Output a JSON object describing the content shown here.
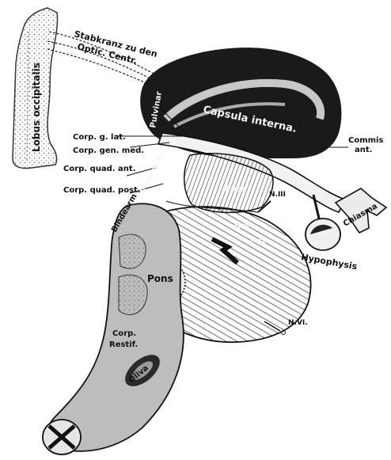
{
  "labels": {
    "stabkranz_1": "Stabkranz zu den",
    "stabkranz_2": "Optic. Centr.",
    "lobus": "Lobus occipitalis",
    "pulvinar": "Pulvinar",
    "capsula": "Capsula interna.",
    "commiss_1": "Commis",
    "commiss_2": "ant.",
    "corp_g_lat": "Corp. g. lat.",
    "corp_gen_med": "Corp. gen. med.",
    "corp_quad_ant": "Corp. quad. ant.",
    "corp_quad_post": "Corp. quad. post.",
    "vord_arm": "Vord. Arm.",
    "fuss": "Fuss",
    "n_iii": "N.III",
    "n_v": "N.V",
    "n_iv": "N.IV",
    "chiasma": "Chiasma",
    "hypophysis": "Hypophysis",
    "bindearm": "Bindearm",
    "pons": "Pons",
    "n_vi": "N.VI.",
    "corp_restif_1": "Corp.",
    "corp_restif_2": "Restif.",
    "oliva": "Oliva"
  }
}
